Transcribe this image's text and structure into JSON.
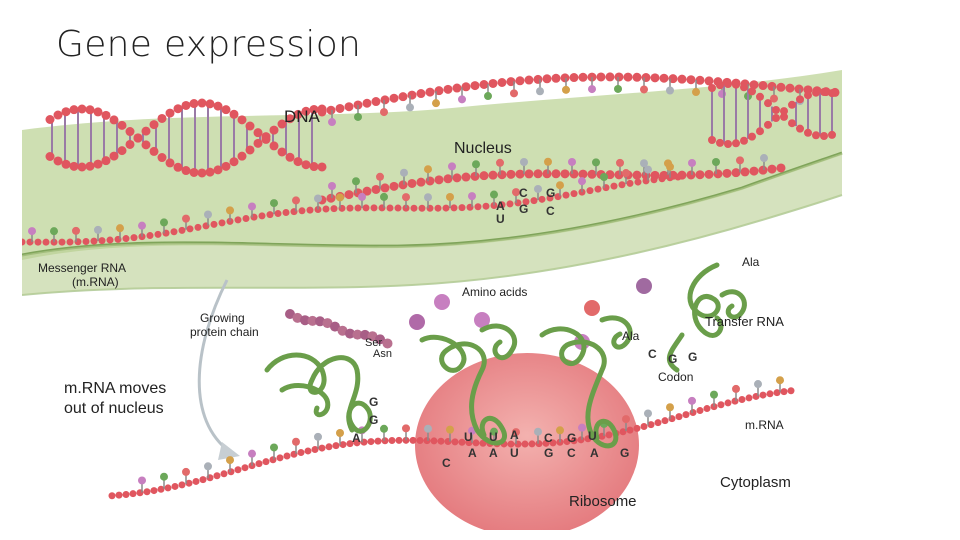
{
  "slide": {
    "title": "Gene expression"
  },
  "diagram": {
    "labels": {
      "dna": "DNA",
      "nucleus": "Nucleus",
      "mrna_line1": "Messenger RNA",
      "mrna_line2": "(m.RNA)",
      "amino_acids": "Amino acids",
      "growing_line1": "Growing",
      "growing_line2": "protein chain",
      "transfer_rna": "Transfer RNA",
      "mrna_moves_line1": "m.RNA moves",
      "mrna_moves_line2": "out of nucleus",
      "codon": "Codon",
      "mrna_cytoplasm": "m.RNA",
      "cytoplasm": "Cytoplasm",
      "ribosome": "Ribosome",
      "ser": "Ser",
      "asn": "Asn",
      "ala_top": "Ala",
      "ala_mid": "Ala"
    },
    "bases_nucleus": [
      "A",
      "U",
      "C",
      "G",
      "G",
      "C"
    ],
    "bases_trna_left": [
      "G",
      "G",
      "A"
    ],
    "bases_codon": [
      "C",
      "G",
      "G"
    ],
    "bases_anticodon": [
      "U",
      "U",
      "A",
      "C",
      "G",
      "U"
    ],
    "bases_mrna_ribosome": [
      "C",
      "A",
      "A",
      "U",
      "G",
      "C",
      "A",
      "G"
    ],
    "colors": {
      "membrane": "#c6d9a4",
      "membrane_edge": "#7fa45a",
      "dna_bead": "#e0565f",
      "trna": "#6a9e4a",
      "ribosome": "#e5868a",
      "lollipop": [
        "#c77fc0",
        "#6ca85a",
        "#e26a6a",
        "#aab0b8",
        "#d4a04a"
      ]
    }
  }
}
